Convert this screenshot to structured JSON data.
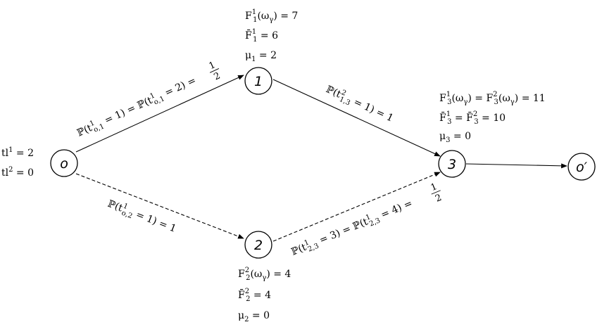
{
  "nodes": {
    "origin": {
      "label": "o"
    },
    "node1": {
      "label": "1"
    },
    "node2": {
      "label": "2"
    },
    "node3": {
      "label": "3"
    },
    "dest": {
      "label": "o′"
    }
  },
  "colors": {
    "stroke": "#000000",
    "background": "#ffffff"
  },
  "text": {
    "origin_tl1": {
      "base": "tl",
      "sup": "1",
      "rest": " = 2"
    },
    "origin_tl2": {
      "base": "tl",
      "sup": "2",
      "rest": " = 0"
    },
    "node1_F": {
      "base": "F",
      "sup": "1",
      "sub": "1",
      "rest": "(ω",
      "sub2": "γ",
      "rest2": ") = 7"
    },
    "node1_Fbar": {
      "base": "F̄",
      "sup": "1",
      "sub": "1",
      "rest": " = 6"
    },
    "node1_mu": {
      "base": "μ",
      "sub": "1",
      "rest": " = 2"
    },
    "node2_F": {
      "base": "F",
      "sup": "2",
      "sub": "2",
      "rest": "(ω",
      "sub2": "γ",
      "rest2": ") = 4"
    },
    "node2_Fbar": {
      "base": "F̄",
      "sup": "2",
      "sub": "2",
      "rest": " = 4"
    },
    "node2_mu": {
      "base": "μ",
      "sub": "2",
      "rest": " = 0"
    },
    "node3_F": {
      "base": "F",
      "sup": "1",
      "sub": "3",
      "rest": "(ω",
      "sub2": "γ",
      "rest2": ") = ",
      "base2": "F",
      "sup2": "2",
      "sub3": "3",
      "rest3": "(ω",
      "sub4": "γ",
      "rest4": ") = 11"
    },
    "node3_Fbar": {
      "base": "F̄",
      "sup": "1",
      "sub": "3",
      "rest": " = ",
      "base2": "F̄",
      "sup2": "2",
      "sub3": "3",
      "rest3": " = 10"
    },
    "node3_mu": {
      "base": "μ",
      "sub": "3",
      "rest": " = 0"
    },
    "edge_o1": {
      "p1": "ℙ(t",
      "sup": "1",
      "sub": "o,1",
      "mid": " = 1) = ℙ(t",
      "sup2": "1",
      "sub2": "o,1",
      "end": " = 2) = ",
      "num": "1",
      "den": "2"
    },
    "edge_13": {
      "p1": "ℙ(t",
      "sup": "2",
      "sub": "1,3",
      "end": " = 1) = 1"
    },
    "edge_o2": {
      "p1": "ℙ(t",
      "sup": "1",
      "sub": "o,2",
      "end": " = 1) = 1"
    },
    "edge_23": {
      "p1": "ℙ(t",
      "sup": "1",
      "sub": "2,3",
      "mid": " = 3) = ℙ(t",
      "sup2": "1",
      "sub2": "2,3",
      "end": " = 4) = ",
      "num": "1",
      "den": "2"
    }
  }
}
